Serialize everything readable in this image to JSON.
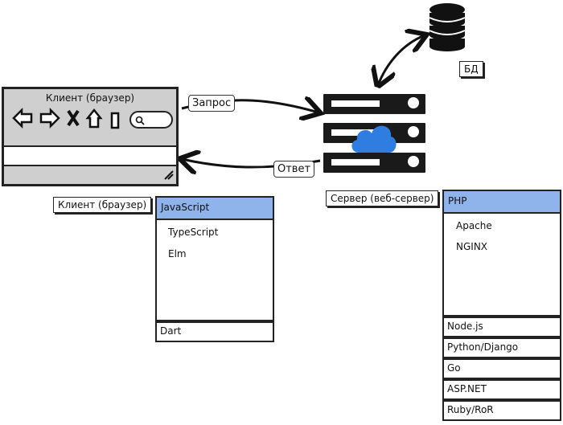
{
  "browser": {
    "title": "Клиент (браузер)"
  },
  "arrows": {
    "request_label": "Запрос",
    "response_label": "Ответ"
  },
  "database": {
    "label": "БД"
  },
  "client_panel": {
    "label": "Клиент (браузер)",
    "selected": "JavaScript",
    "items": [
      "TypeScript",
      "Elm"
    ],
    "footer": "Dart"
  },
  "server_panel": {
    "label": "Сервер (веб-сервер)",
    "selected": "PHP",
    "items": [
      "Apache",
      "NGINX"
    ],
    "rows": [
      "Node.js",
      "Python/Django",
      "Go",
      "ASP.NET",
      "Ruby/RoR"
    ]
  },
  "colors": {
    "selection": "#8fb4ec",
    "cloud": "#2f7de1",
    "browser_chrome": "#cfcfcf"
  }
}
